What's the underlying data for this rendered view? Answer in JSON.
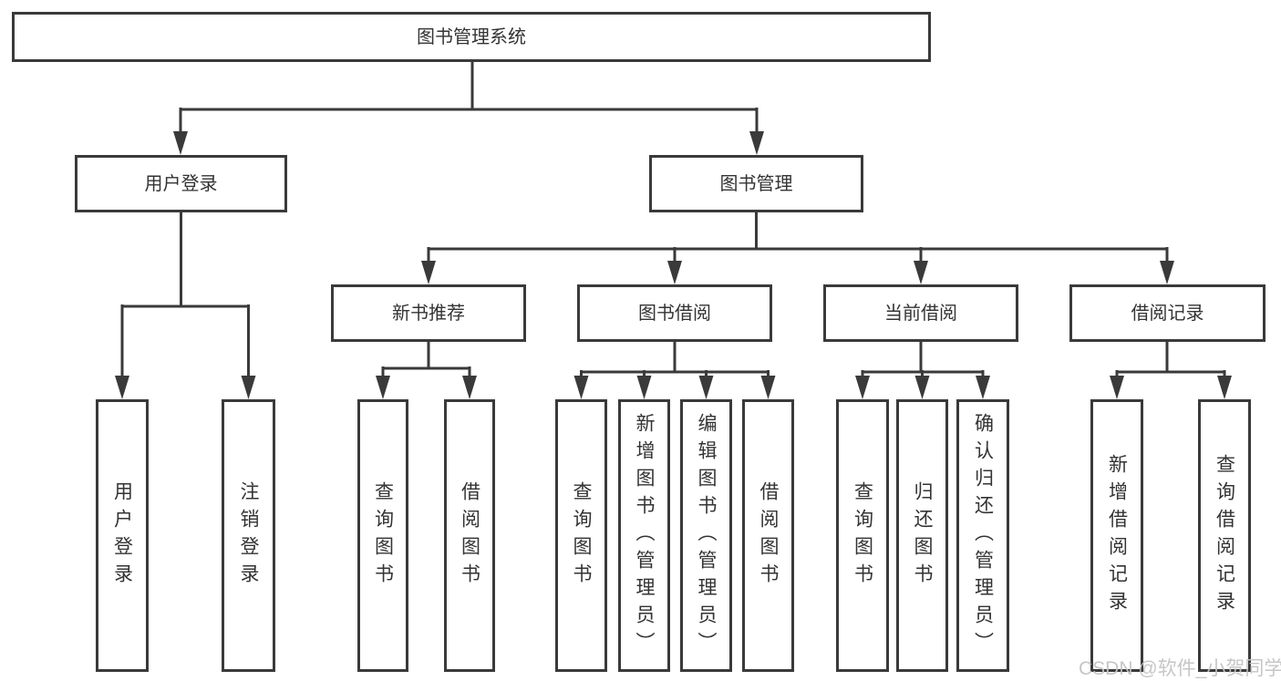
{
  "colors": {
    "line": "#3a3a3a",
    "box_border": "#3a3a3a",
    "text": "#333333",
    "background": "#ffffff",
    "watermark": "#c3c3c3"
  },
  "nodes": {
    "root": "图书管理系统",
    "user_login": "用户登录",
    "book_management": "图书管理",
    "new_book_recommend": "新书推荐",
    "book_borrowing": "图书借阅",
    "current_borrowing": "当前借阅",
    "borrowing_records": "借阅记录",
    "login": "用户登录",
    "logout": "注销登录",
    "recommend_query_books": "查询图书",
    "recommend_borrow_books": "借阅图书",
    "borrowing_query_books": "查询图书",
    "borrowing_add_books": "新增图书（管理员）",
    "borrowing_edit_books": "编辑图书（管理员）",
    "borrowing_borrow_books": "借阅图书",
    "current_query_books": "查询图书",
    "current_return_books": "归还图书",
    "current_confirm_return": "确认归还（管理员）",
    "records_add_record": "新增借阅记录",
    "records_query_record": "查询借阅记录"
  },
  "watermark": "CSDN @软件_小贺同学"
}
